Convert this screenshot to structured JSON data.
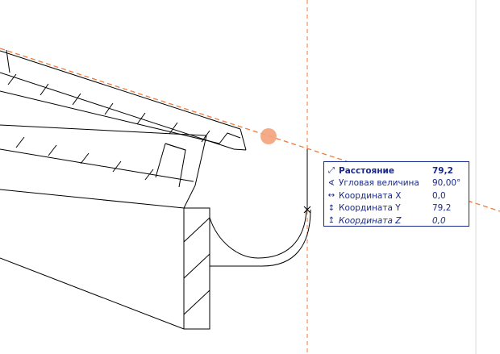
{
  "tracker": {
    "rows": [
      {
        "icon": "distance-icon",
        "glyph": "⤢",
        "label": "Расстояние",
        "value": "79,2"
      },
      {
        "icon": "angle-icon",
        "glyph": "∢",
        "label": "Угловая величина",
        "value": "90,00°"
      },
      {
        "icon": "coord-x-icon",
        "glyph": "↔",
        "label": "Координата X",
        "value": "0,0"
      },
      {
        "icon": "coord-y-icon",
        "glyph": "↕",
        "label": "Координата Y",
        "value": "79,2"
      },
      {
        "icon": "coord-z-icon",
        "glyph": "↥",
        "label": "Координата Z",
        "value": "0,0"
      }
    ]
  },
  "colors": {
    "guide": "#f07a3a",
    "snap_marker": "#f4a27a",
    "tracker_text": "#1a2a8c",
    "drawing": "#000000"
  }
}
